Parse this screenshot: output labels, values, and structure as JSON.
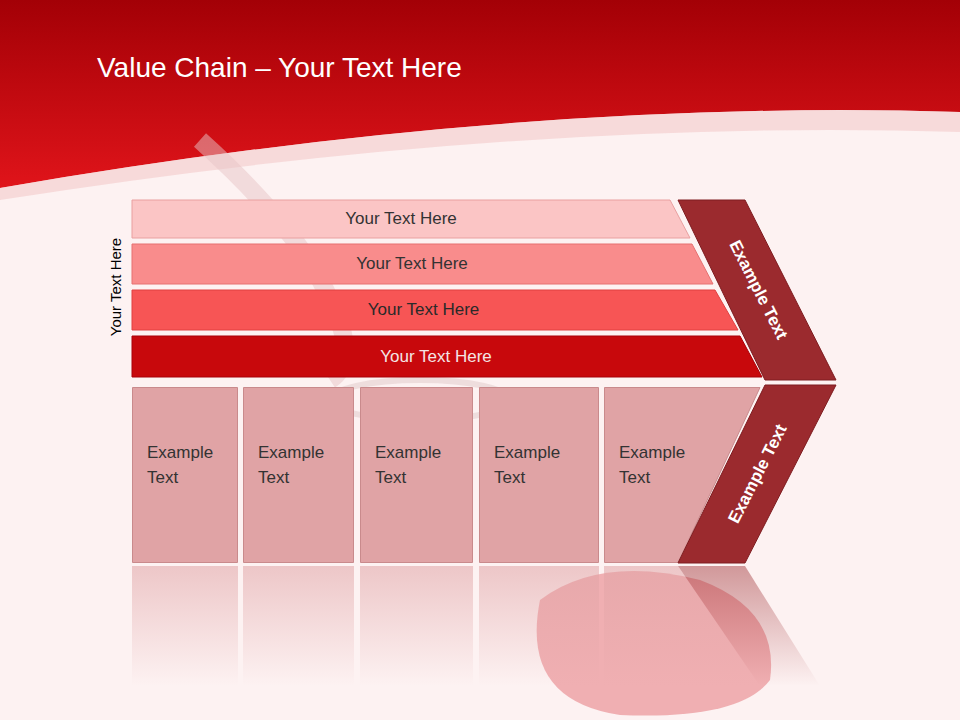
{
  "diagram": {
    "title": "Value Chain – Your Text Here",
    "nodes": [
      {
        "text": [
          "Your Text Here"
        ]
      },
      {
        "text": [
          "Your Text Here"
        ]
      },
      {
        "text": [
          "Your Text Here"
        ]
      },
      {
        "text": [
          "Your Text Here"
        ]
      },
      {
        "text": [
          "Example Text"
        ]
      },
      {
        "text": [
          "Example Text"
        ]
      },
      {
        "text": [
          "Example Text"
        ]
      },
      {
        "text": [
          "Example Text"
        ]
      },
      {
        "text": [
          "Example Text"
        ]
      },
      {
        "text": [
          "Example Text"
        ]
      },
      {
        "text": [
          "Example Text"
        ]
      }
    ],
    "labels": [
      "Your Text Here"
    ]
  }
}
